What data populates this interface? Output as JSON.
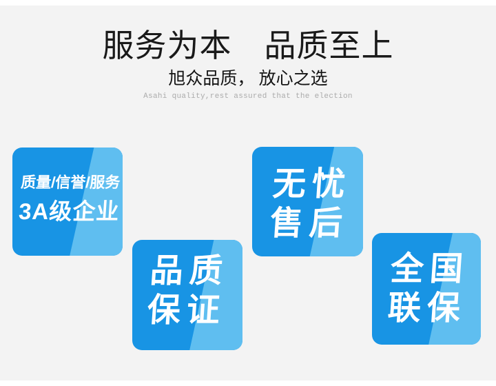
{
  "header": {
    "title": "服务为本　品质至上",
    "subtitle": "旭众品质， 放心之选",
    "subtitle_en": "Asahi quality,rest assured that the election"
  },
  "badges": [
    {
      "name": "3a-enterprise",
      "line1": "质量/信誉/服务",
      "line2": "3A级企业"
    },
    {
      "name": "quality-guarantee",
      "line1": "品质",
      "line2": "保证"
    },
    {
      "name": "worry-free-aftersales",
      "line1": "无忧",
      "line2": "售后"
    },
    {
      "name": "nationwide-warranty",
      "line1": "全国",
      "line2": "联保"
    }
  ],
  "colors": {
    "badge_primary": "#1894e4",
    "badge_highlight": "#5fbef0",
    "canvas_background": "#f3f3f3",
    "title_color": "#1a1a1a",
    "subtitle_en_color": "#ababab"
  }
}
